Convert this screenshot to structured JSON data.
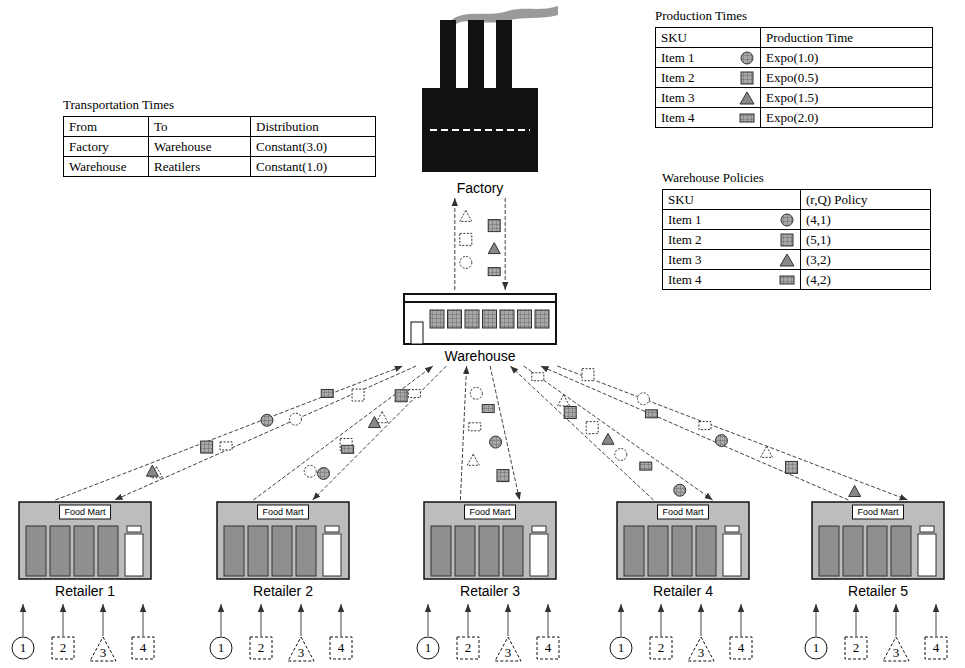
{
  "diagram": {
    "nodes": [
      {
        "text": [
          "Factory"
        ]
      },
      {
        "text": [
          "Warehouse"
        ]
      },
      {
        "text": [
          "Food Mart",
          "Retailer 1"
        ]
      },
      {
        "text": [
          "Food Mart",
          "Retailer 2"
        ]
      },
      {
        "text": [
          "Food Mart",
          "Retailer 3"
        ]
      },
      {
        "text": [
          "Food Mart",
          "Retailer 4"
        ]
      },
      {
        "text": [
          "Food Mart",
          "Retailer 5"
        ]
      },
      {
        "text": [
          "1"
        ]
      },
      {
        "text": [
          "2"
        ]
      },
      {
        "text": [
          "3"
        ]
      },
      {
        "text": [
          "4"
        ]
      },
      {
        "text": [
          "1"
        ]
      },
      {
        "text": [
          "2"
        ]
      },
      {
        "text": [
          "3"
        ]
      },
      {
        "text": [
          "4"
        ]
      },
      {
        "text": [
          "1"
        ]
      },
      {
        "text": [
          "2"
        ]
      },
      {
        "text": [
          "3"
        ]
      },
      {
        "text": [
          "4"
        ]
      },
      {
        "text": [
          "1"
        ]
      },
      {
        "text": [
          "2"
        ]
      },
      {
        "text": [
          "3"
        ]
      },
      {
        "text": [
          "4"
        ]
      },
      {
        "text": [
          "1"
        ]
      },
      {
        "text": [
          "2"
        ]
      },
      {
        "text": [
          "3"
        ]
      },
      {
        "text": [
          "4"
        ]
      }
    ],
    "edges": [
      {
        "from": 1,
        "to": 0,
        "arrow": "to"
      },
      {
        "from": 0,
        "to": 1,
        "arrow": "to"
      },
      {
        "from": 2,
        "to": 1,
        "arrow": "to"
      },
      {
        "from": 1,
        "to": 2,
        "arrow": "to"
      },
      {
        "from": 3,
        "to": 1,
        "arrow": "to"
      },
      {
        "from": 1,
        "to": 3,
        "arrow": "to"
      },
      {
        "from": 4,
        "to": 1,
        "arrow": "to"
      },
      {
        "from": 1,
        "to": 4,
        "arrow": "to"
      },
      {
        "from": 5,
        "to": 1,
        "arrow": "to"
      },
      {
        "from": 1,
        "to": 5,
        "arrow": "to"
      },
      {
        "from": 6,
        "to": 1,
        "arrow": "to"
      },
      {
        "from": 1,
        "to": 6,
        "arrow": "to"
      },
      {
        "from": 7,
        "to": 2,
        "arrow": "to"
      },
      {
        "from": 8,
        "to": 2,
        "arrow": "to"
      },
      {
        "from": 9,
        "to": 2,
        "arrow": "to"
      },
      {
        "from": 10,
        "to": 2,
        "arrow": "to"
      },
      {
        "from": 11,
        "to": 3,
        "arrow": "to"
      },
      {
        "from": 12,
        "to": 3,
        "arrow": "to"
      },
      {
        "from": 13,
        "to": 3,
        "arrow": "to"
      },
      {
        "from": 14,
        "to": 3,
        "arrow": "to"
      },
      {
        "from": 15,
        "to": 4,
        "arrow": "to"
      },
      {
        "from": 16,
        "to": 4,
        "arrow": "to"
      },
      {
        "from": 17,
        "to": 4,
        "arrow": "to"
      },
      {
        "from": 18,
        "to": 4,
        "arrow": "to"
      },
      {
        "from": 19,
        "to": 5,
        "arrow": "to"
      },
      {
        "from": 20,
        "to": 5,
        "arrow": "to"
      },
      {
        "from": 21,
        "to": 5,
        "arrow": "to"
      },
      {
        "from": 22,
        "to": 5,
        "arrow": "to"
      },
      {
        "from": 23,
        "to": 6,
        "arrow": "to"
      },
      {
        "from": 24,
        "to": 6,
        "arrow": "to"
      },
      {
        "from": 25,
        "to": 6,
        "arrow": "to"
      },
      {
        "from": 26,
        "to": 6,
        "arrow": "to"
      }
    ],
    "labels": [
      "Production Times",
      "SKU",
      "Production Time",
      "Item 1",
      "Expo(1.0)",
      "Item 2",
      "Expo(0.5)",
      "Item 3",
      "Expo(1.5)",
      "Item 4",
      "Expo(2.0)",
      "Transportation Times",
      "From",
      "To",
      "Distribution",
      "Factory",
      "Warehouse",
      "Constant(3.0)",
      "Warehouse",
      "Reatilers",
      "Constant(1.0)",
      "Warehouse Policies",
      "SKU",
      "(r,Q) Policy",
      "Item 1",
      "(4,1)",
      "Item 2",
      "(5,1)",
      "Item 3",
      "(3,2)",
      "Item 4",
      "(4,2)"
    ]
  }
}
